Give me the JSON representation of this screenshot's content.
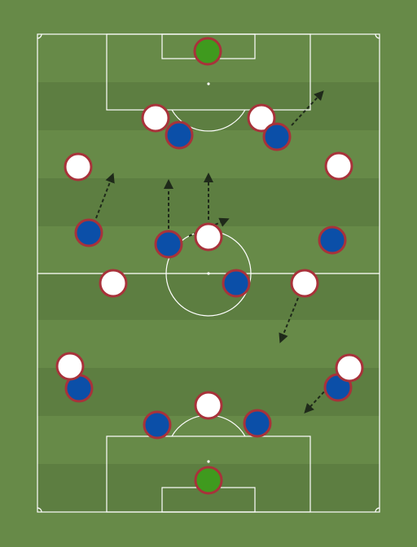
{
  "colors": {
    "background": "#678a48",
    "stripe_dark": "#5d7e41",
    "line": "#ffffff",
    "team_blue_fill": "#0b4fa8",
    "team_white_fill": "#ffffff",
    "player_border": "#a8323a",
    "goalkeeper_fill": "#3f9a1e",
    "arrow": "#1f2a1a"
  },
  "players": [
    {
      "team": "goalkeeper",
      "role": "top-goalkeeper"
    },
    {
      "team": "white",
      "role": "white-center-back-left"
    },
    {
      "team": "white",
      "role": "white-center-back-right"
    },
    {
      "team": "blue",
      "role": "blue-forward-left"
    },
    {
      "team": "blue",
      "role": "blue-forward-right"
    },
    {
      "team": "white",
      "role": "white-fullback-left"
    },
    {
      "team": "white",
      "role": "white-fullback-right"
    },
    {
      "team": "blue",
      "role": "blue-midfielder-left"
    },
    {
      "team": "blue",
      "role": "blue-midfielder-center"
    },
    {
      "team": "white",
      "role": "white-midfielder-center"
    },
    {
      "team": "blue",
      "role": "blue-midfielder-right"
    },
    {
      "team": "white",
      "role": "white-midfielder-left"
    },
    {
      "team": "blue",
      "role": "blue-striker-center"
    },
    {
      "team": "white",
      "role": "white-midfielder-right"
    },
    {
      "team": "blue",
      "role": "blue-fullback-left"
    },
    {
      "team": "white",
      "role": "white-winger-left"
    },
    {
      "team": "blue",
      "role": "blue-fullback-right"
    },
    {
      "team": "white",
      "role": "white-winger-right"
    },
    {
      "team": "white",
      "role": "white-striker"
    },
    {
      "team": "blue",
      "role": "blue-center-back-left"
    },
    {
      "team": "blue",
      "role": "blue-center-back-right"
    },
    {
      "team": "goalkeeper",
      "role": "bottom-goalkeeper"
    }
  ],
  "arrows": [
    {
      "name": "run-arrow-top-right"
    },
    {
      "name": "run-arrow-left-wing"
    },
    {
      "name": "run-arrow-center-left"
    },
    {
      "name": "run-arrow-center"
    },
    {
      "name": "pass-arrow-center-right"
    },
    {
      "name": "run-arrow-right-midfield"
    },
    {
      "name": "run-arrow-bottom-right"
    }
  ]
}
